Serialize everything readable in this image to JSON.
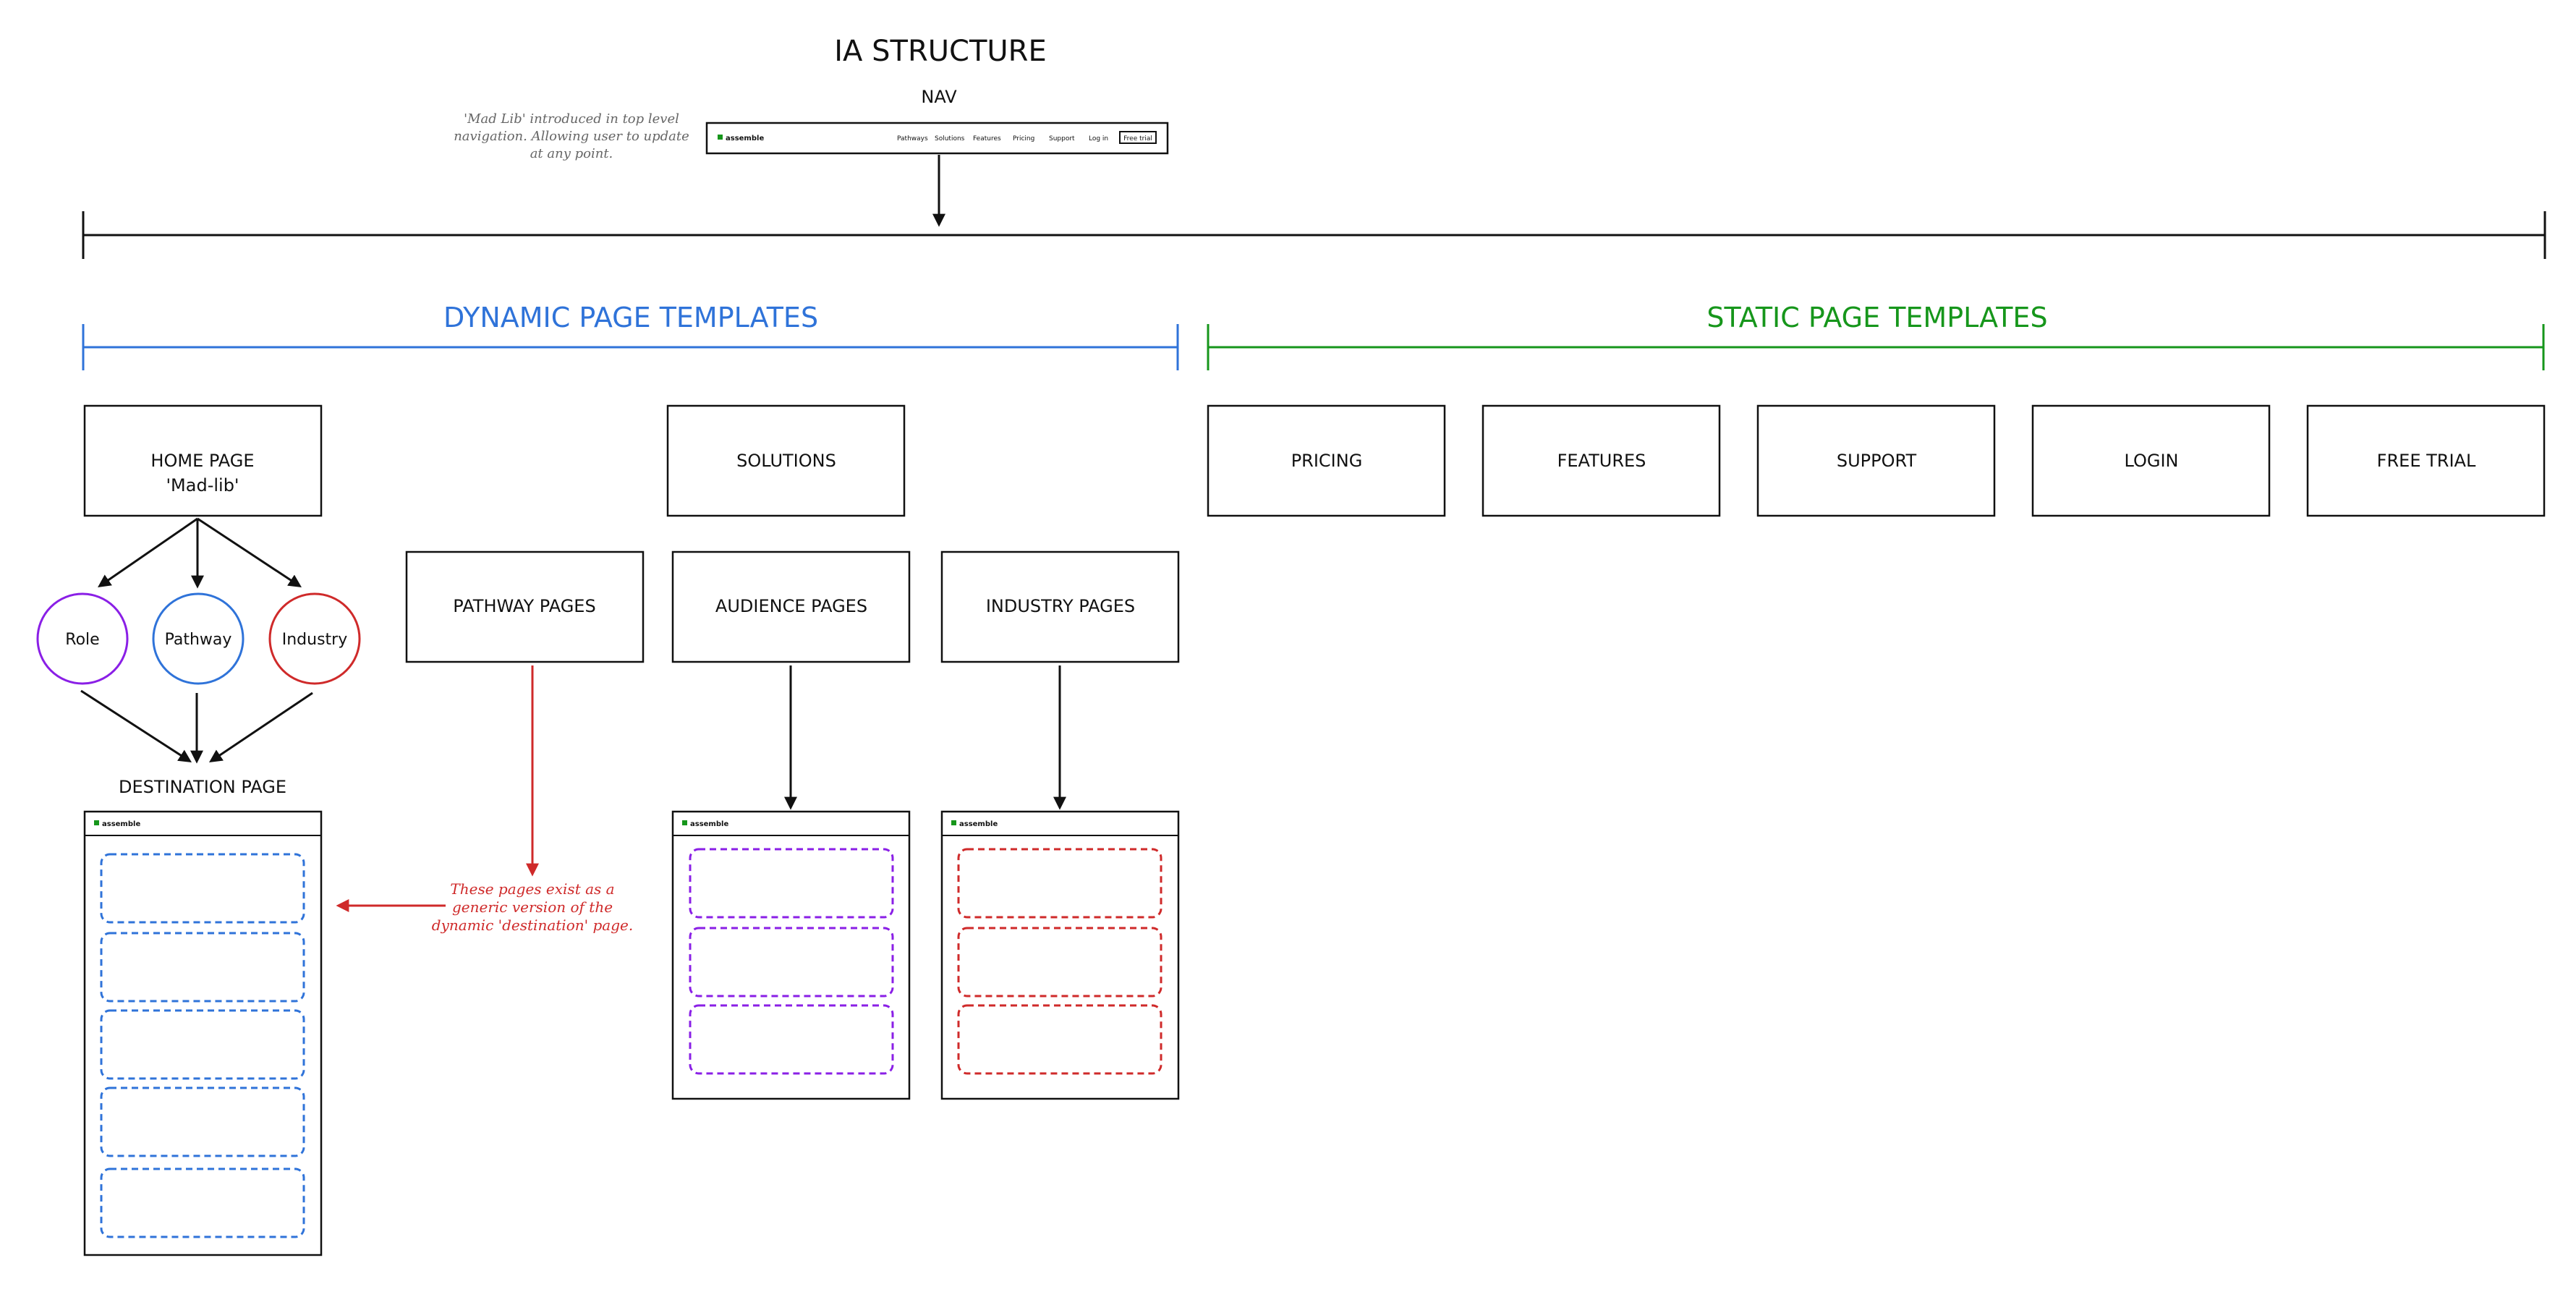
{
  "title": "IA STRUCTURE",
  "nav": {
    "label": "NAV",
    "note": [
      "'Mad Lib' introduced in top level",
      "navigation. Allowing user to update",
      "at any point."
    ],
    "logo": "assemble",
    "items": [
      "Pathways",
      "Solutions",
      "Features",
      "Pricing",
      "Support",
      "Log in"
    ],
    "cta": "Free trial"
  },
  "sections": {
    "dynamic": "DYNAMIC PAGE TEMPLATES",
    "static": "STATIC PAGE TEMPLATES"
  },
  "home": {
    "line1": "HOME PAGE",
    "line2": "'Mad-lib'"
  },
  "circles": {
    "role": "Role",
    "pathway": "Pathway",
    "industry": "Industry"
  },
  "destination_label": "DESTINATION PAGE",
  "boxes": {
    "solutions": "SOLUTIONS",
    "pathway_pages": "PATHWAY PAGES",
    "audience_pages": "AUDIENCE PAGES",
    "industry_pages": "INDUSTRY PAGES"
  },
  "static_pages": [
    "PRICING",
    "FEATURES",
    "SUPPORT",
    "LOGIN",
    "FREE TRIAL"
  ],
  "mock_logo": "assemble",
  "annotation": [
    "These pages exist as a",
    "generic version of the",
    "dynamic 'destination' page."
  ],
  "colors": {
    "dynamic": "#2f73d9",
    "static": "#16961b",
    "role": "#8a1fe6",
    "pathway": "#2f73d9",
    "industry": "#cf2a2a",
    "annotation": "#cf2a2a"
  }
}
